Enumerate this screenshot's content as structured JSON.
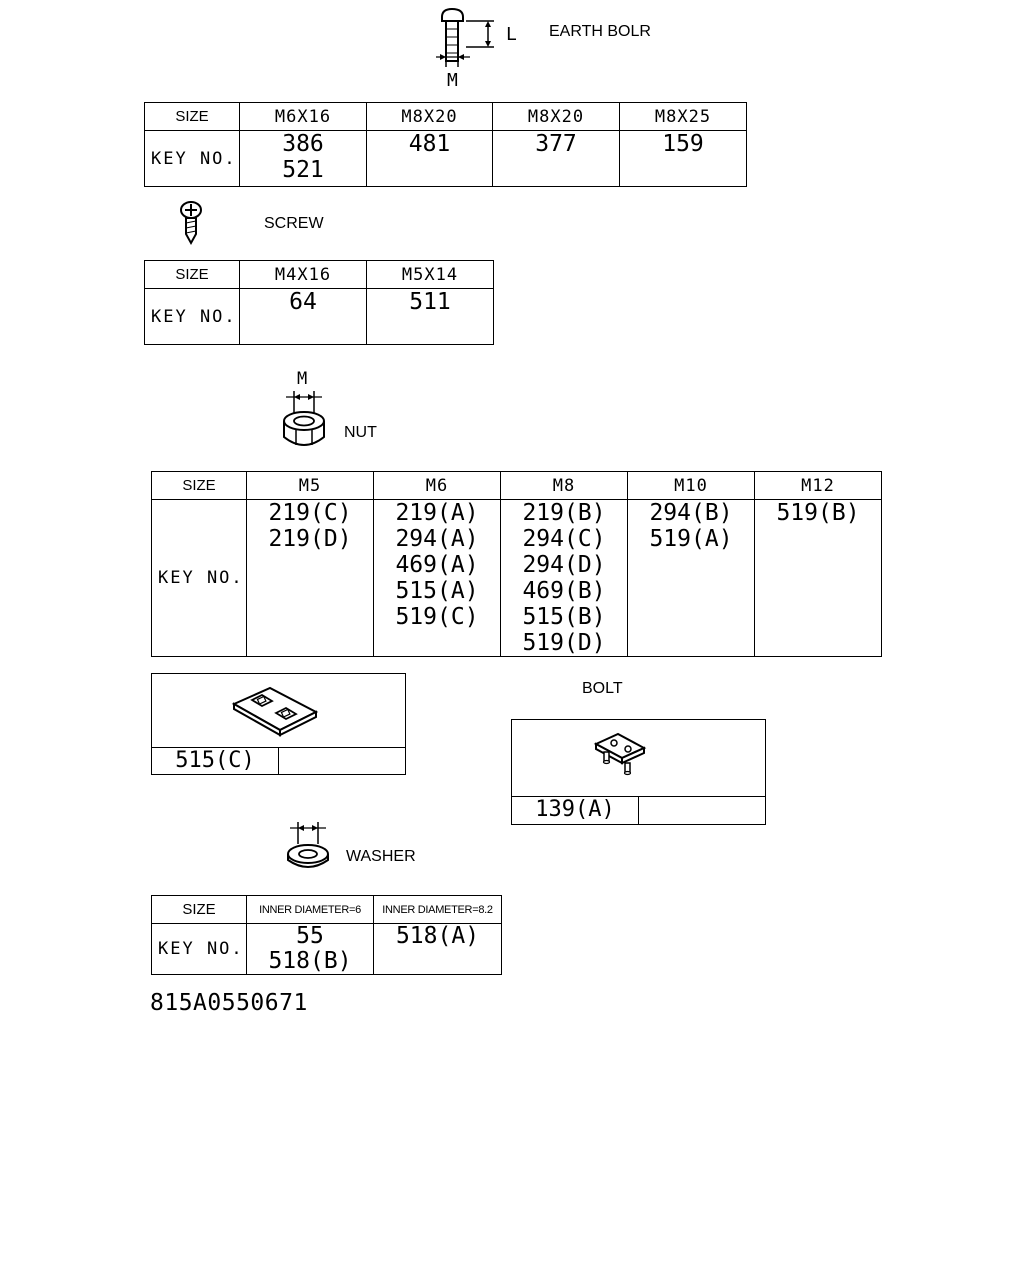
{
  "earth_bolt": {
    "title": "EARTH BOLR",
    "dim_length": "L",
    "dim_diameter": "M",
    "size_label": "SIZE",
    "key_label": "KEY NO.",
    "columns": [
      {
        "size": "M6X16",
        "keys": [
          "386",
          "521"
        ]
      },
      {
        "size": "M8X20",
        "keys": [
          "481"
        ]
      },
      {
        "size": "M8X20",
        "keys": [
          "377"
        ]
      },
      {
        "size": "M8X25",
        "keys": [
          "159"
        ]
      }
    ]
  },
  "screw": {
    "title": "SCREW",
    "size_label": "SIZE",
    "key_label": "KEY NO.",
    "columns": [
      {
        "size": "M4X16",
        "keys": [
          "64"
        ]
      },
      {
        "size": "M5X14",
        "keys": [
          "511"
        ]
      }
    ]
  },
  "nut": {
    "title": "NUT",
    "dim_diameter": "M",
    "size_label": "SIZE",
    "key_label": "KEY NO.",
    "columns": [
      {
        "size": "M5",
        "keys": [
          "219(C)",
          "219(D)"
        ]
      },
      {
        "size": "M6",
        "keys": [
          "219(A)",
          "294(A)",
          "469(A)",
          "515(A)",
          "519(C)"
        ]
      },
      {
        "size": "M8",
        "keys": [
          "219(B)",
          "294(C)",
          "294(D)",
          "469(B)",
          "515(B)",
          "519(D)"
        ]
      },
      {
        "size": "M10",
        "keys": [
          "294(B)",
          "519(A)"
        ]
      },
      {
        "size": "M12",
        "keys": [
          "519(B)"
        ]
      }
    ]
  },
  "plate": {
    "key": "515(C)",
    "key2": ""
  },
  "bolt": {
    "title": "BOLT",
    "key": "139(A)",
    "key2": ""
  },
  "washer": {
    "title": "WASHER",
    "size_label": "SIZE",
    "key_label": "KEY NO.",
    "columns": [
      {
        "size": "INNER DIAMETER=6",
        "keys": [
          "55",
          "518(B)"
        ]
      },
      {
        "size": "INNER DIAMETER=8.2",
        "keys": [
          "518(A)"
        ]
      }
    ]
  },
  "drawing_number": "815A0550671"
}
